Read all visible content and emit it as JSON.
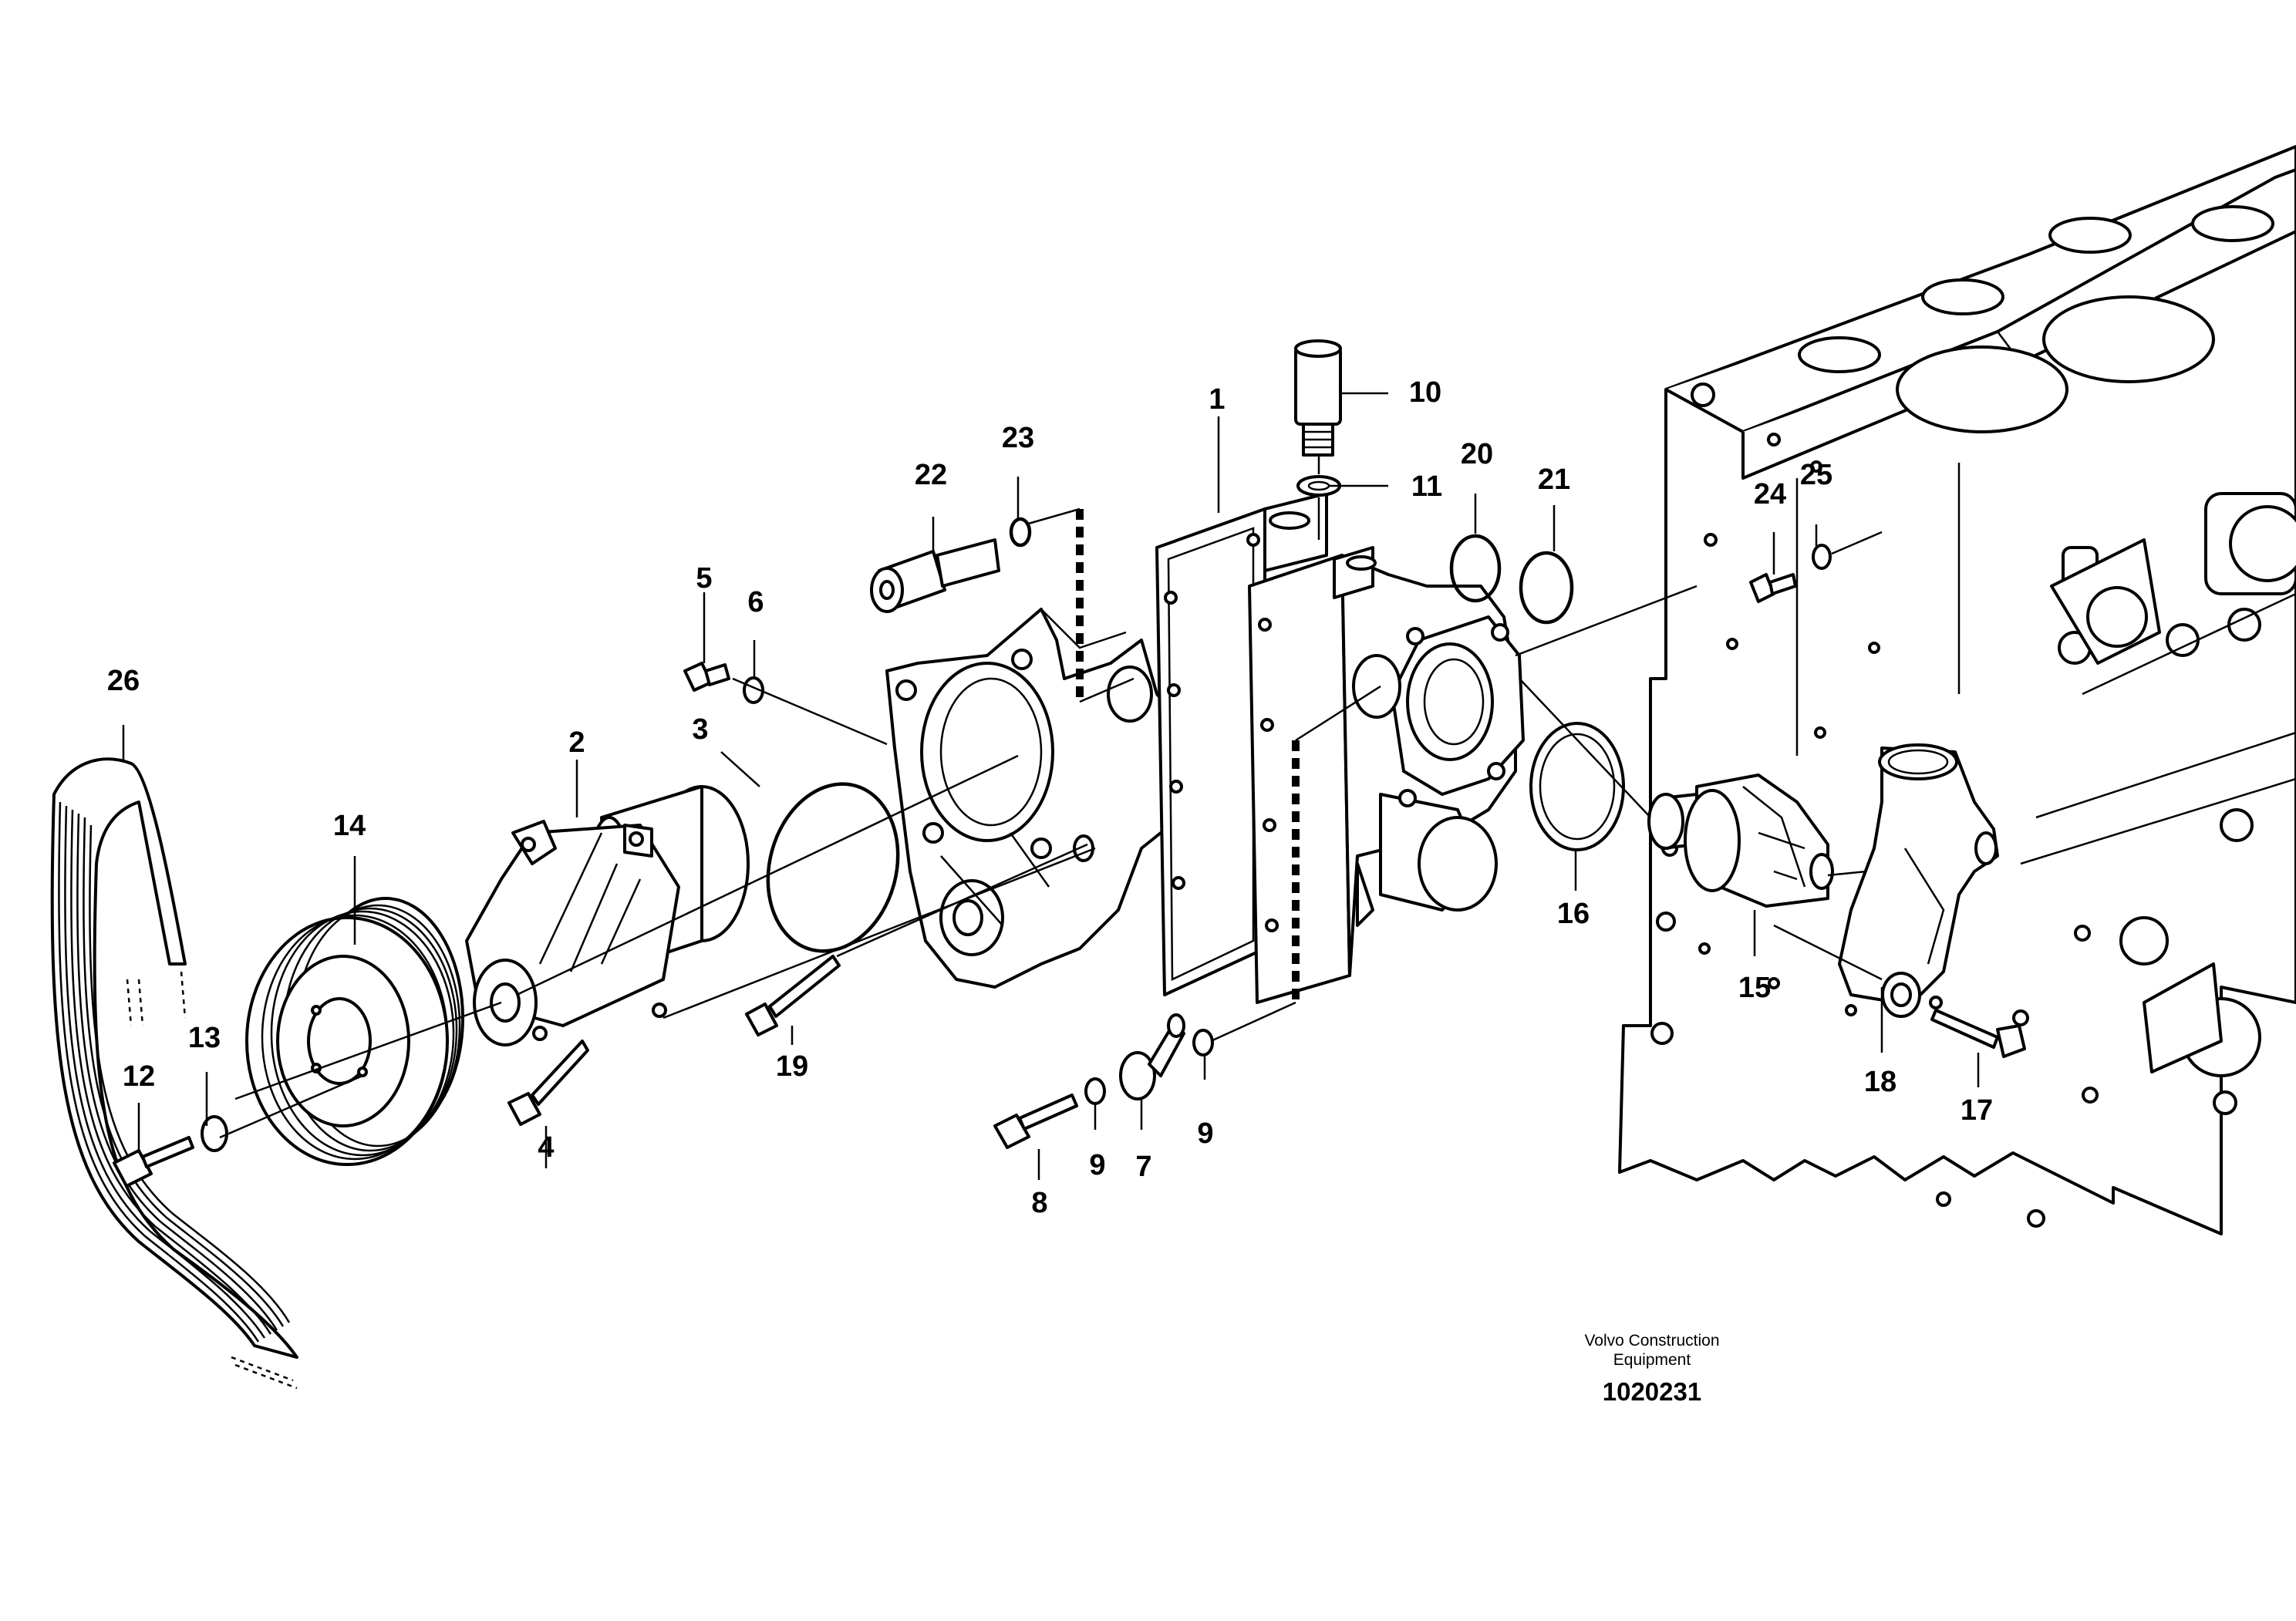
{
  "diagram": {
    "credit_line_1": "Volvo Construction",
    "credit_line_2": "Equipment",
    "document_number": "1020231",
    "callouts": {
      "c1": "1",
      "c2": "2",
      "c3": "3",
      "c4": "4",
      "c5": "5",
      "c6": "6",
      "c7": "7",
      "c8": "8",
      "c9a": "9",
      "c9b": "9",
      "c10": "10",
      "c11": "11",
      "c12": "12",
      "c13": "13",
      "c14": "14",
      "c15": "15",
      "c16": "16",
      "c17": "17",
      "c18": "18",
      "c19": "19",
      "c20": "20",
      "c21": "21",
      "c22": "22",
      "c23": "23",
      "c24": "24",
      "c25": "25",
      "c26": "26"
    }
  }
}
